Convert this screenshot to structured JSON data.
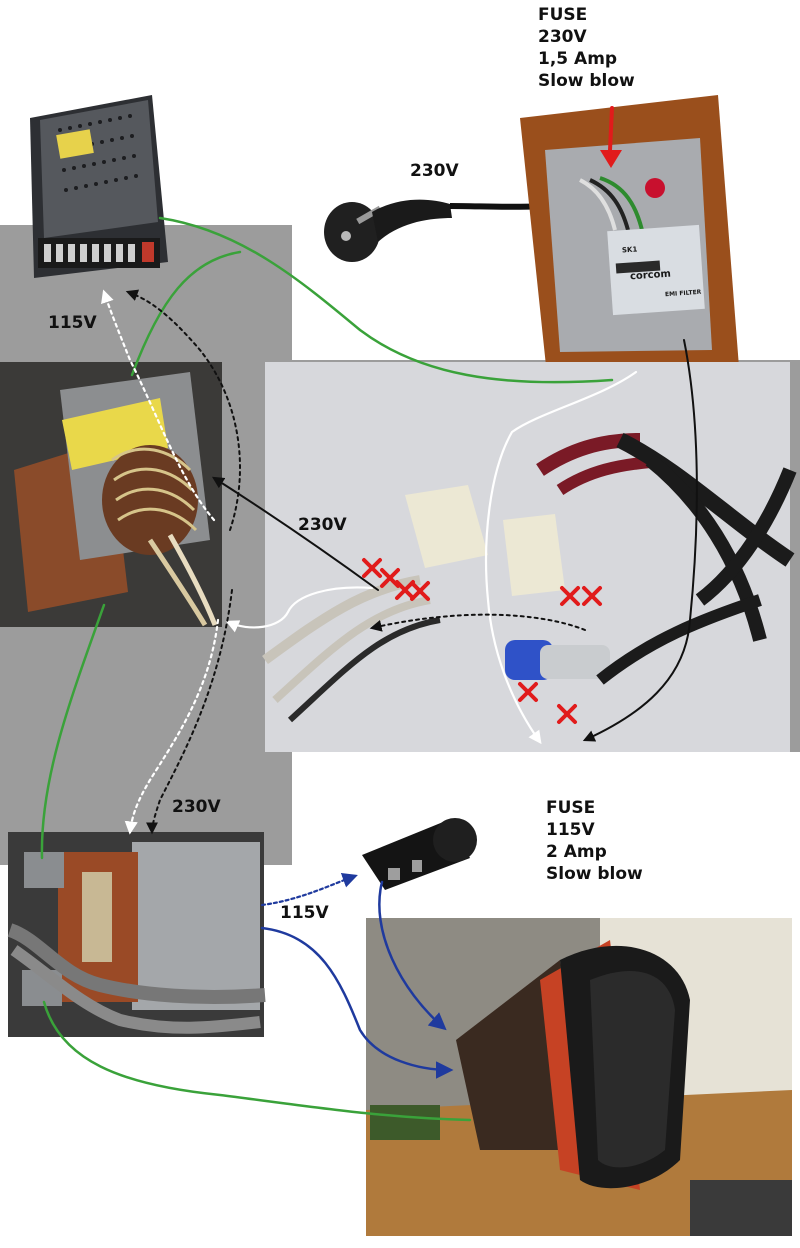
{
  "labels": {
    "fuse_top": [
      "FUSE",
      "230V",
      "1,5 Amp",
      "Slow blow"
    ],
    "plug_voltage": "230V",
    "transformer_top_out": "115V",
    "connector_voltage": "230V",
    "transformer_bottom_in": "230V",
    "fuse_mid": [
      "FUSE",
      "115V",
      "2 Amp",
      "Slow blow"
    ],
    "transformer_bottom_out": "115V"
  },
  "component_text": {
    "emi_filter_brand": "corcom",
    "emi_filter_tag": "EMI FILTER",
    "emi_filter_model": "SK1"
  },
  "colors": {
    "ground_wire": "#3aa23a",
    "live_wire": "#ffffff",
    "neutral_wire": "#111111",
    "secondary_wire": "#1f3a9e",
    "removed_mark": "#e11b1b",
    "fuse_arrow": "#e11b1b",
    "panel_gray": "#9a9a9a"
  }
}
